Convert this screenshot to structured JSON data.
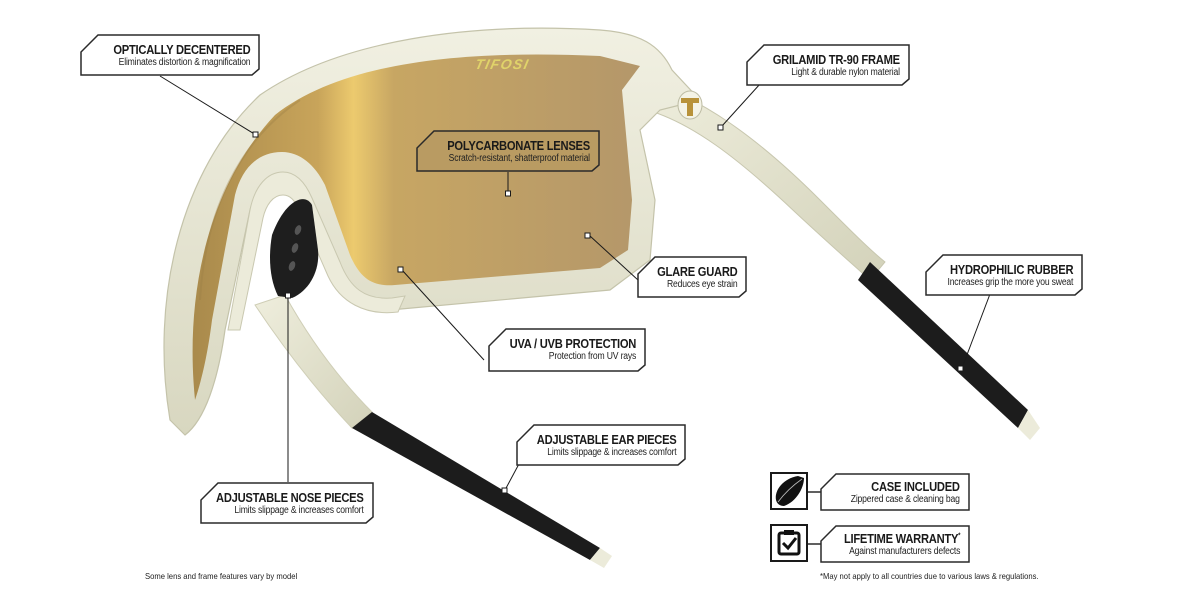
{
  "product": {
    "brand_logo_text": "TIFOSI",
    "colors": {
      "frame": "#e9e8d6",
      "frame_shadow": "#c9c8b0",
      "lens": "#b89a5e",
      "lens_highlight": "#e6c56a",
      "rubber": "#1c1c1c",
      "callout_border": "#2a2a2a",
      "lens_callout_fill": "#b99b62"
    }
  },
  "callouts": [
    {
      "id": "optically-decentered",
      "title": "OPTICALLY DECENTERED",
      "subtitle": "Eliminates distortion & magnification"
    },
    {
      "id": "grilamid-frame",
      "title": "GRILAMID TR-90 FRAME",
      "subtitle": "Light & durable nylon material"
    },
    {
      "id": "polycarbonate-lenses",
      "title": "POLYCARBONATE LENSES",
      "subtitle": "Scratch-resistant, shatterproof material"
    },
    {
      "id": "glare-guard",
      "title": "GLARE GUARD",
      "subtitle": "Reduces eye strain"
    },
    {
      "id": "hydrophilic-rubber",
      "title": "HYDROPHILIC RUBBER",
      "subtitle": "Increases grip the more you sweat"
    },
    {
      "id": "uva-uvb-protection",
      "title": "UVA / UVB PROTECTION",
      "subtitle": "Protection from UV rays"
    },
    {
      "id": "adjustable-ear-pieces",
      "title": "ADJUSTABLE EAR PIECES",
      "subtitle": "Limits slippage & increases comfort"
    },
    {
      "id": "adjustable-nose-pieces",
      "title": "ADJUSTABLE NOSE PIECES",
      "subtitle": "Limits slippage & increases comfort"
    }
  ],
  "extras": [
    {
      "id": "case-included",
      "icon": "case-icon",
      "title": "CASE INCLUDED",
      "subtitle": "Zippered case & cleaning bag"
    },
    {
      "id": "lifetime-warranty",
      "icon": "clipboard-check-icon",
      "title": "LIFETIME WARRANTY",
      "title_mark": "*",
      "subtitle": "Against manufacturers defects"
    }
  ],
  "footnotes": {
    "left": "Some lens and frame features vary by model",
    "right": "*May not apply to all countries due to various laws & regulations."
  }
}
